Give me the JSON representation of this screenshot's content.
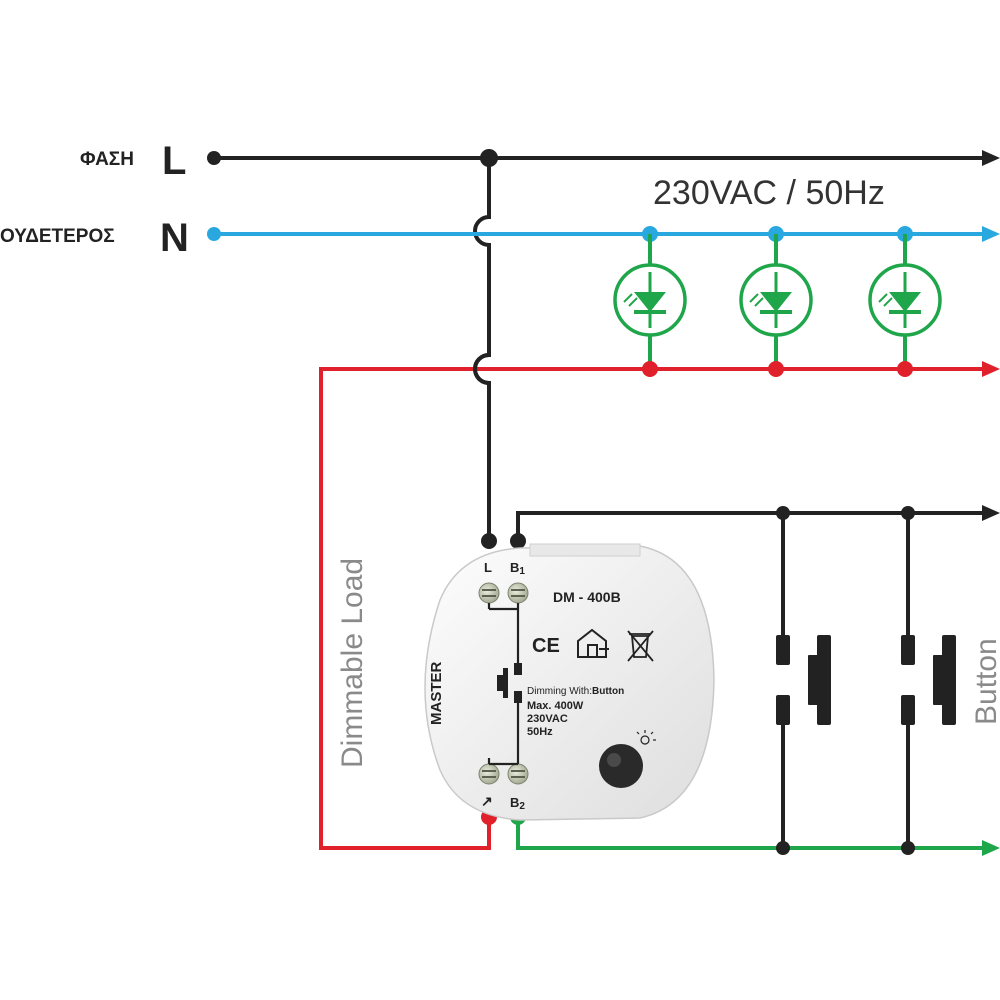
{
  "supply": {
    "phase_name": "ΦΑΣΗ",
    "phase_letter": "L",
    "neutral_name": "ΟΥΔΕΤΕΡΟΣ",
    "neutral_letter": "N",
    "rating": "230VAC / 50Hz"
  },
  "labels": {
    "dimmable_load": "Dimmable Load",
    "button": "Button"
  },
  "device": {
    "model": "DM - 400B",
    "brand": "MASTER",
    "terminal_l": "L",
    "terminal_b1": "B1",
    "terminal_b2": "B2",
    "dimming_prefix": "Dimming With:",
    "dimming_mode": "Button",
    "spec_power": "Max. 400W",
    "spec_voltage": "230VAC",
    "spec_freq": "50Hz",
    "ce_mark": "CE"
  },
  "colors": {
    "phase": "#222222",
    "neutral": "#29a8e0",
    "load": "#e0202a",
    "button_return": "#1fa64a",
    "led": "#1fa64a"
  },
  "icons": [
    "led-lamp-icon",
    "ce-mark-icon",
    "indoor-use-icon",
    "weee-bin-icon",
    "knob-icon",
    "push-button-icon",
    "dimmer-symbol-icon"
  ]
}
